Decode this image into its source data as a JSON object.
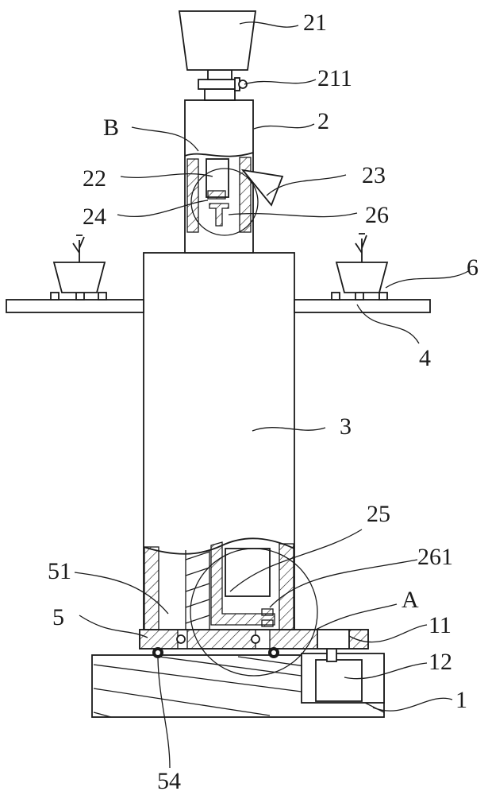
{
  "labels": {
    "n21": "21",
    "n211": "211",
    "nB": "B",
    "n2": "2",
    "n22": "22",
    "n23": "23",
    "n24": "24",
    "n26": "26",
    "n6": "6",
    "n4": "4",
    "n3": "3",
    "n25": "25",
    "n261": "261",
    "n51": "51",
    "nA": "A",
    "n5": "5",
    "n11": "11",
    "n12": "12",
    "n1": "1",
    "n54": "54"
  }
}
